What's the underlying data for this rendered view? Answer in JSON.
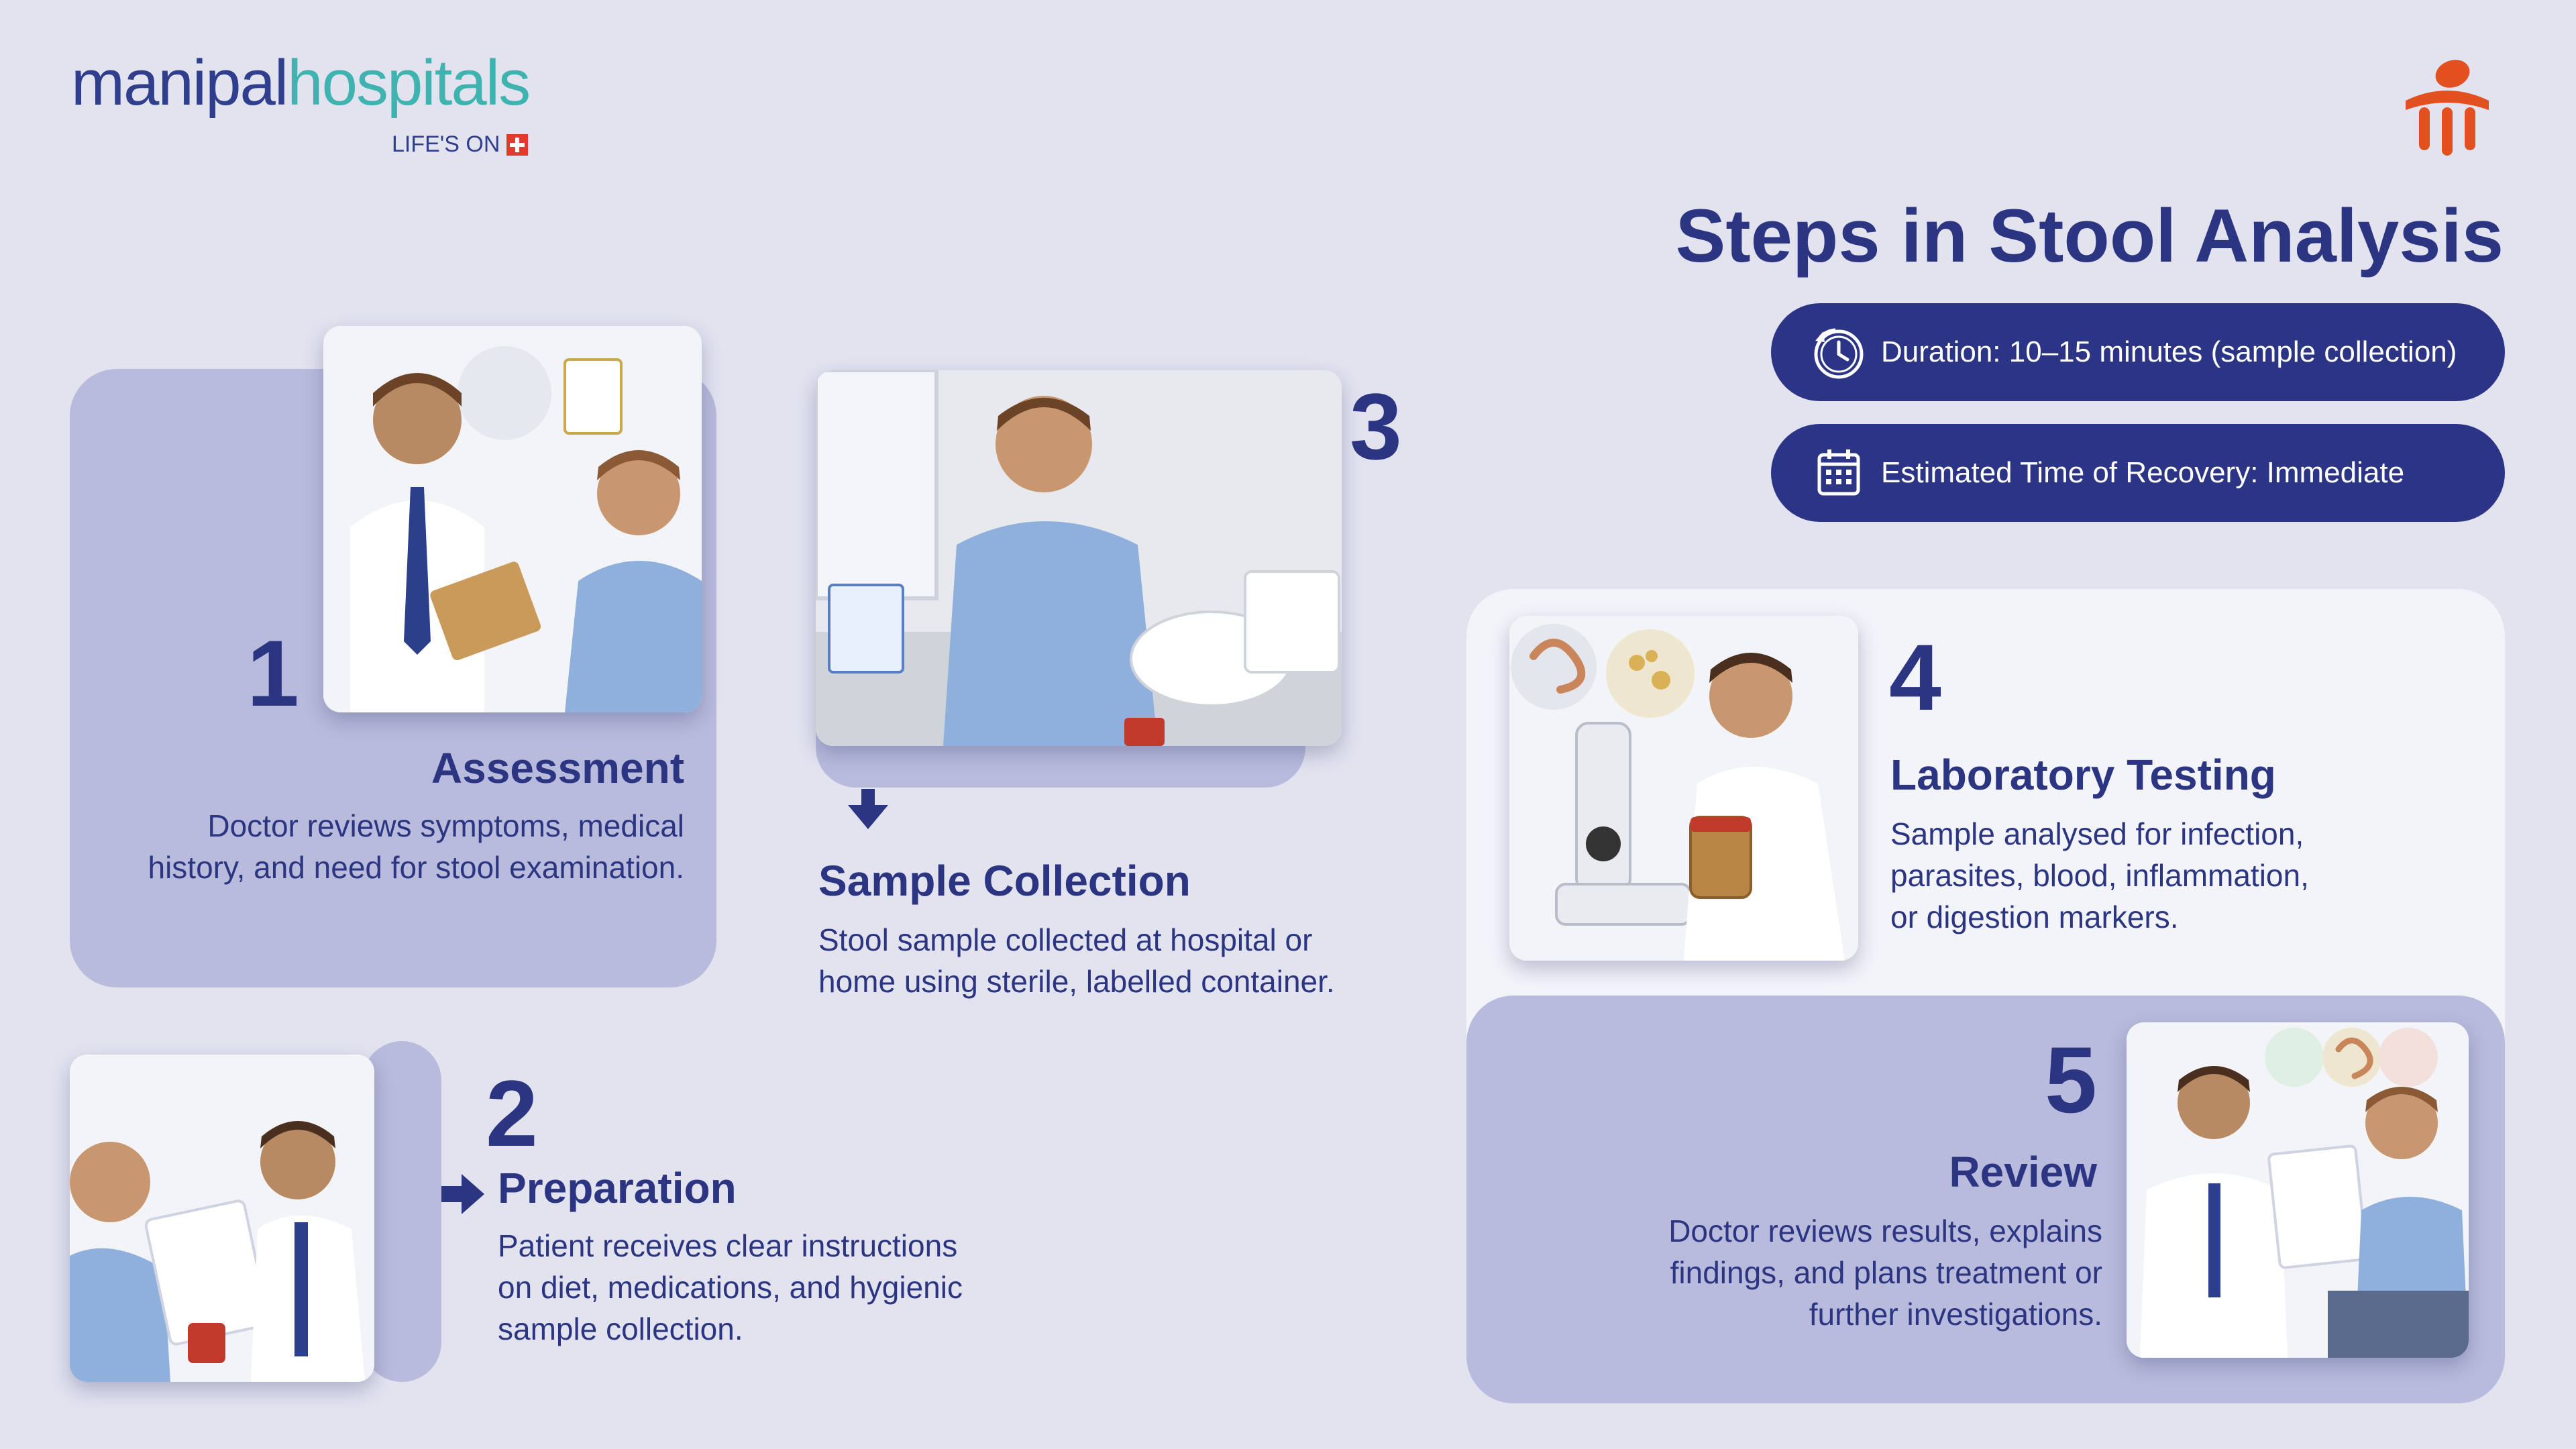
{
  "brand": {
    "name_part1": "manipal",
    "name_part2": "hospitals",
    "tagline": "LIFE'S ON"
  },
  "title": "Steps in Stool Analysis",
  "info": {
    "duration": "Duration: 10–15 minutes (sample collection)",
    "recovery": "Estimated Time of Recovery: Immediate"
  },
  "steps": [
    {
      "number": "1",
      "title": "Assessment",
      "description_lines": [
        "Doctor reviews symptoms, medical",
        "history, and need for stool examination."
      ]
    },
    {
      "number": "2",
      "title": "Preparation",
      "description_lines": [
        "Patient receives clear instructions",
        "on diet, medications, and hygienic",
        "sample collection."
      ]
    },
    {
      "number": "3",
      "title": "Sample Collection",
      "description_lines": [
        "Stool sample collected at hospital or",
        "home using sterile, labelled container."
      ]
    },
    {
      "number": "4",
      "title": "Laboratory Testing",
      "description_lines": [
        "Sample analysed for infection,",
        "parasites, blood, inflammation,",
        "or digestion markers."
      ]
    },
    {
      "number": "5",
      "title": "Review",
      "description_lines": [
        "Doctor reviews results, explains",
        "findings, and plans treatment or",
        "further investigations."
      ]
    }
  ],
  "colors": {
    "navy": "#2b3581",
    "lavender": "#b9bbdc",
    "background": "#e2e3ef",
    "teal": "#3fb3b0",
    "accent_red": "#e23a2c",
    "logo_orange": "#e2501f"
  },
  "icons": {
    "duration": "stopwatch-icon",
    "recovery": "calendar-icon",
    "brand_mark": "manipal-logo-icon"
  }
}
